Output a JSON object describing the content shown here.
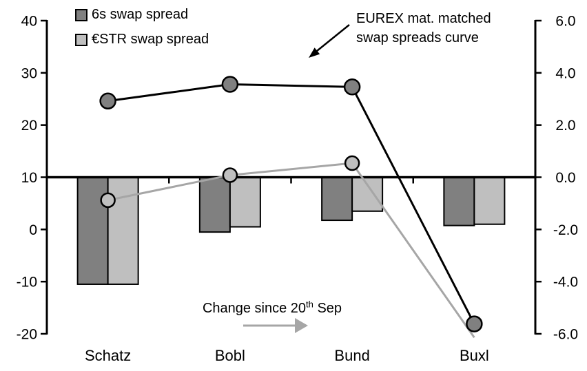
{
  "chart_data": {
    "type": "combo_bar_line",
    "categories": [
      "Schatz",
      "Bobl",
      "Bund",
      "Buxl"
    ],
    "bar_series": [
      {
        "name": "6s swap spread",
        "axis": "right",
        "color": "#808080",
        "values": [
          -4.1,
          -2.1,
          -1.65,
          -1.85
        ]
      },
      {
        "name": "€STR swap spread",
        "axis": "right",
        "color": "#bfbfbf",
        "values": [
          -4.1,
          -1.9,
          -1.3,
          -1.8
        ]
      }
    ],
    "line_series": [
      {
        "name": "6s swap spread curve",
        "axis": "left",
        "color": "#000000",
        "marker_color": "#808080",
        "values": [
          24.6,
          27.8,
          27.3,
          -18.1
        ],
        "markers": [
          true,
          true,
          true,
          true
        ]
      },
      {
        "name": "€STR swap spread curve",
        "axis": "left",
        "color": "#a6a6a6",
        "marker_color": "#bfbfbf",
        "values": [
          5.6,
          10.4,
          12.7,
          -20.7
        ],
        "markers": [
          true,
          true,
          true,
          false
        ]
      }
    ],
    "left_axis": {
      "min": -20,
      "max": 40,
      "tick_values": [
        40,
        30,
        20,
        10,
        0,
        -10,
        -20
      ],
      "tick_labels": [
        "40",
        "30",
        "20",
        "10",
        "0",
        "-10",
        "-20"
      ]
    },
    "right_axis": {
      "min": -6,
      "max": 6,
      "tick_values": [
        6,
        4,
        2,
        0,
        -2,
        -4,
        -6
      ],
      "tick_labels": [
        "6.0",
        "4.0",
        "2.0",
        "0.0",
        "-2.0",
        "-4.0",
        "-6.0"
      ]
    },
    "bars_baseline_right_value": 0,
    "grid": false,
    "legend_position": "top-left"
  },
  "legend": {
    "items": [
      {
        "label": "6s swap spread",
        "color": "#808080"
      },
      {
        "label": "€STR swap spread",
        "color": "#bfbfbf"
      }
    ]
  },
  "annotations": {
    "curve_line1": "EUREX mat. matched",
    "curve_line2": "swap spreads curve",
    "change_prefix": "Change since 20",
    "change_sup": "th",
    "change_suffix": " Sep"
  },
  "colors": {
    "black": "#000000",
    "dark_gray": "#808080",
    "light_gray": "#bfbfbf",
    "gray_line": "#a6a6a6",
    "background": "#ffffff"
  }
}
